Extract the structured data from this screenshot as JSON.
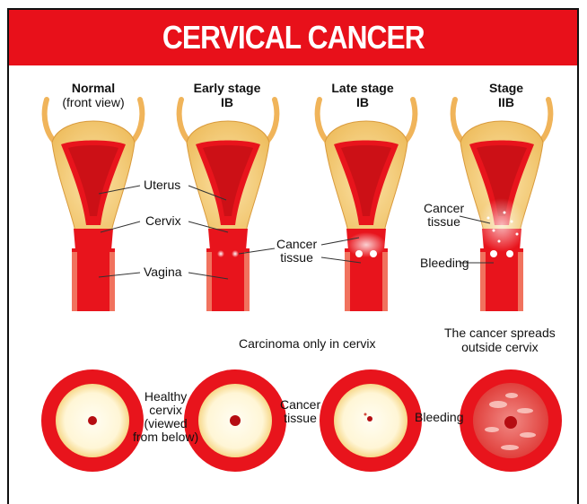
{
  "title": "CERVICAL CANCER",
  "columns": [
    {
      "line1": "Normal",
      "line2": "(front view)"
    },
    {
      "line1": "Early stage",
      "line2": "IB"
    },
    {
      "line1": "Late stage",
      "line2": "IB"
    },
    {
      "line1": "Stage",
      "line2": "IIB"
    }
  ],
  "labels": {
    "uterus": "Uterus",
    "cervix": "Cervix",
    "vagina": "Vagina",
    "cancer_tissue_1": "Cancer",
    "cancer_tissue_2": "tissue",
    "cancer_tissue_b_1": "Cancer",
    "cancer_tissue_b_2": "tissue",
    "bleeding": "Bleeding",
    "healthy_1": "Healthy",
    "healthy_2": "cervix",
    "healthy_3": "(viewed",
    "healthy_4": "from below)",
    "cancer_tissue_c_1": "Cancer",
    "cancer_tissue_c_2": "tissue",
    "bleeding_2": "Bleeding"
  },
  "captions": {
    "carcinoma": "Carcinoma only in cervix",
    "spreads_1": "The cancer spreads",
    "spreads_2": "outside cervix"
  },
  "colors": {
    "banner": "#e8101a",
    "tissue": "#f3c873",
    "organ_red": "#e8141c",
    "dark_red": "#b50d12"
  }
}
